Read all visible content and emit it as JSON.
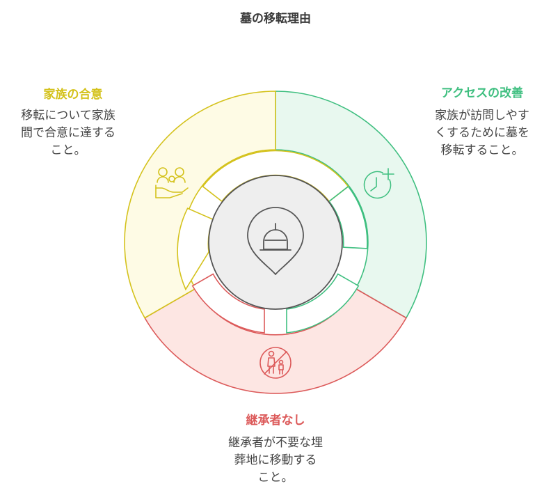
{
  "title": "墓の移転理由",
  "segments": {
    "family": {
      "title": "家族の合意",
      "lines": [
        "移転について家族",
        "間で合意に達する",
        "こと。"
      ],
      "color": "#d4c21c",
      "fill": "#fefbe5",
      "icon": "family-agreement-icon"
    },
    "access": {
      "title": "アクセスの改善",
      "lines": [
        "家族が訪問しやす",
        "くするために墓を",
        "移転すること。"
      ],
      "color": "#3fbf80",
      "fill": "#e8f8ef",
      "icon": "clock-plus-icon"
    },
    "heir": {
      "title": "継承者なし",
      "lines": [
        "継承者が不要な埋",
        "葬地に移動する",
        "こと。"
      ],
      "color": "#dc5a5a",
      "fill": "#fde6e3",
      "icon": "no-children-icon"
    }
  },
  "center": {
    "icon": "grave-location-icon",
    "fill": "#eeeeee",
    "stroke": "#555555"
  }
}
